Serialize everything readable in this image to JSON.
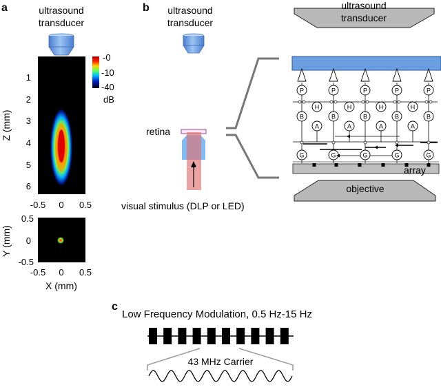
{
  "panel_a": {
    "label": "a",
    "transducer_label": [
      "ultrasound",
      "transducer"
    ],
    "colorbar_ticks": [
      "-0",
      "-10",
      "-40"
    ],
    "colorbar_unit": "dB",
    "top_plot": {
      "ylabel": "Z (mm)",
      "yticks": [
        "1",
        "2",
        "3",
        "4",
        "5",
        "6"
      ],
      "xticks": [
        "-0.5",
        "0",
        "0.5"
      ]
    },
    "bottom_plot": {
      "ylabel": "Y (mm)",
      "yticks": [
        "0.5",
        "0",
        "-0.5"
      ],
      "xticks": [
        "-0.5",
        "0",
        "0.5"
      ],
      "xlabel": "X (mm)"
    }
  },
  "panel_b": {
    "label": "b",
    "transducer_label": [
      "ultrasound",
      "transducer"
    ],
    "retina_label": "retina",
    "stimulus_label": "visual stimulus (DLP or LED)",
    "right_transducer_label": [
      "ultrasound",
      "transducer"
    ],
    "objective_label": "objective",
    "array_label": "array",
    "cells": {
      "photoreceptor": "P",
      "horizontal": "H",
      "bipolar": "B",
      "amacrine": "A",
      "ganglion": "G"
    }
  },
  "panel_c": {
    "label": "c",
    "modulation_label": "Low Frequency Modulation, 0.5 Hz-15 Hz",
    "carrier_label": "43 MHz Carrier"
  },
  "colors": {
    "transducer_blue": "#6a9ee0",
    "light_blue": "#6aaef0",
    "gray_shape": "#b8b8b8",
    "stimulus_red": "#e07070"
  }
}
